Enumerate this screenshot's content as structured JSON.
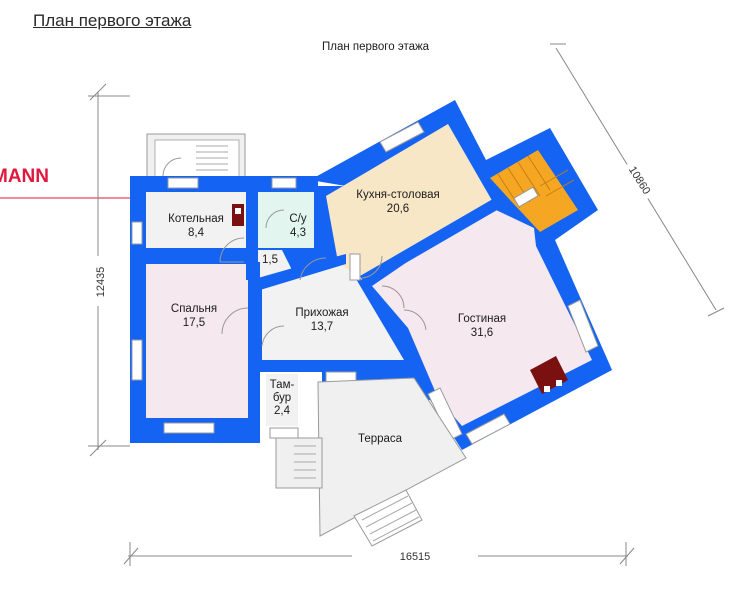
{
  "page_title": "План первого этажа",
  "plan_caption": "План первого этажа",
  "brand_fragment": "MANN",
  "colors": {
    "wall": "#1463f2",
    "kitchen": "#f8e7c6",
    "living": "#f5e8ef",
    "bedroom": "#f5e8ef",
    "stairs": "#f5a623",
    "fireplace": "#7a1010",
    "terrace": "#f0f0f0",
    "utility": "#f2f2f2",
    "bathroom": "#e2f5ee",
    "brand": "#e0183c"
  },
  "rooms": {
    "boiler": {
      "name": "Котельная",
      "area": "8,4"
    },
    "bathroom": {
      "name": "С/у",
      "area": "4,3"
    },
    "closet": {
      "area": "1,5"
    },
    "kitchen": {
      "name": "Кухня-столовая",
      "area": "20,6"
    },
    "bedroom": {
      "name": "Спальня",
      "area": "17,5"
    },
    "hall": {
      "name": "Прихожая",
      "area": "13,7"
    },
    "living": {
      "name": "Гостиная",
      "area": "31,6"
    },
    "vestibule": {
      "name_line1": "Там-",
      "name_line2": "бур",
      "area": "2,4"
    },
    "terrace": {
      "name": "Терраса"
    }
  },
  "dimensions": {
    "height": "12435",
    "width": "16515",
    "diagonal": "10860"
  }
}
